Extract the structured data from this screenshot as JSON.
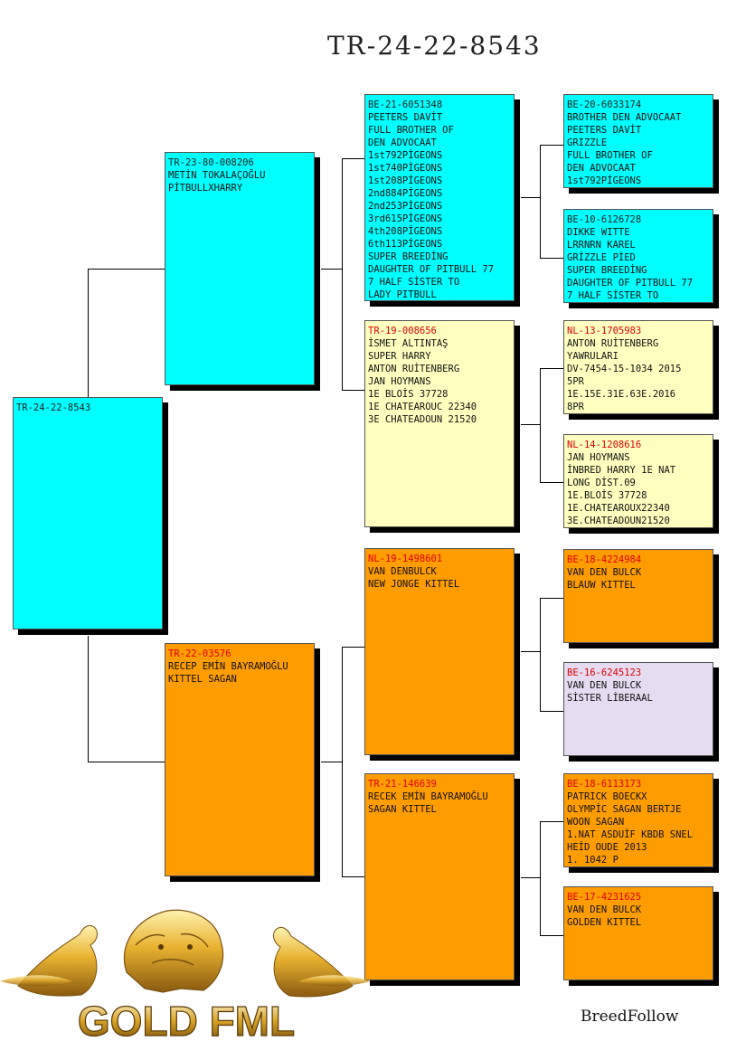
{
  "title": "TR-24-22-8543",
  "subject": {
    "ring": "TR-24-22-8543",
    "lines": []
  },
  "sire": {
    "ring": "TR-23-80-008206",
    "lines": [
      "METİN TOKALAÇOĞLU",
      "PİTBULLXHARRY"
    ]
  },
  "dam": {
    "ring": "TR-22-03576",
    "lines": [
      "RECEP EMİN BAYRAMOĞLU",
      "KITTEL SAGAN"
    ]
  },
  "sire_sire": {
    "ring": "BE-21-6051348",
    "lines": [
      "PEETERS DAVİT",
      "FULL BROTHER OF",
      "DEN ADVOCAAT",
      "1st792PİGEONS",
      "1st740PİGEONS",
      "1st208PİGEONS",
      "2nd884PİGEONS",
      "2nd253PİGEONS",
      "3rd615PİGEONS",
      "4th208PİGEONS",
      "6th113PİGEONS",
      "SUPER BREEDİNG",
      "DAUGHTER OF PITBULL 77",
      "7 HALF SİSTER TO",
      "LADY PITBULL"
    ]
  },
  "sire_dam": {
    "ring": "TR-19-008656",
    "lines": [
      "İSMET ALTINTAŞ",
      "SUPER HARRY",
      "ANTON RUİTENBERG",
      "JAN HOYMANS",
      "1E BLOİS 37728",
      "1E CHATEAROUC 22340",
      "3E CHATEADOUN 21520"
    ]
  },
  "dam_sire": {
    "ring": "NL-19-1498601",
    "lines": [
      "VAN DENBULCK",
      "NEW JONGE KITTEL"
    ]
  },
  "dam_dam": {
    "ring": "TR-21-146639",
    "lines": [
      "RECEK EMİN BAYRAMOĞLU",
      "SAGAN KITTEL"
    ]
  },
  "ss_sire": {
    "ring": "BE-20-6033174",
    "lines": [
      "BROTHER DEN ADVOCAAT",
      "PEETERS DAVİT",
      "GRIZZLE",
      "FULL BROTHER OF",
      "DEN ADVOCAAT",
      "1st792PİGEONS"
    ]
  },
  "ss_dam": {
    "ring": "BE-10-6126728",
    "lines": [
      "DIKKE WITTE",
      "LRRNRN KAREL",
      "GRİZZLE PİED",
      "SUPER BREEDİNG",
      "DAUGHTER OF PITBULL 77",
      "7 HALF SİSTER TO"
    ]
  },
  "sd_sire": {
    "ring": "NL-13-1705983",
    "lines": [
      "ANTON RUİTENBERG",
      "YAWRULARI",
      "DV-7454-15-1034 2015",
      "5PR",
      "1E.15E.31E.63E.2016",
      "8PR"
    ]
  },
  "sd_dam": {
    "ring": "NL-14-1208616",
    "lines": [
      "JAN HOYMANS",
      "İNBRED HARRY 1E NAT",
      "LONG DİST.09",
      "1E.BLOİS 37728",
      "1E.CHATEAROUX22340",
      "3E.CHATEADOUN21520"
    ]
  },
  "ds_sire": {
    "ring": "BE-18-4224984",
    "lines": [
      "VAN DEN BULCK",
      "BLAUW KITTEL"
    ]
  },
  "ds_dam": {
    "ring": "BE-16-6245123",
    "lines": [
      "VAN DEN BULCK",
      "SİSTER LİBERAAL"
    ]
  },
  "dd_sire": {
    "ring": "BE-18-6113173",
    "lines": [
      "PATRICK BOECKX",
      "OLYMPİC SAGAN BERTJE",
      "WOON SAGAN",
      "1.NAT ASDUİF KBDB SNEL",
      "HEİD OUDE 2013",
      "1. 1042 P"
    ]
  },
  "dd_dam": {
    "ring": "BE-17-4231625",
    "lines": [
      "VAN DEN BULCK",
      "GOLDEN KITTEL"
    ]
  },
  "logo_text": "GOLD FML",
  "footer": "BreedFollow",
  "colors": {
    "cyan": "#00ffff",
    "yellow": "#ffffc0",
    "orange": "#ff9c00",
    "lavender": "#e6dcf2",
    "ring_red": "#e00000"
  }
}
